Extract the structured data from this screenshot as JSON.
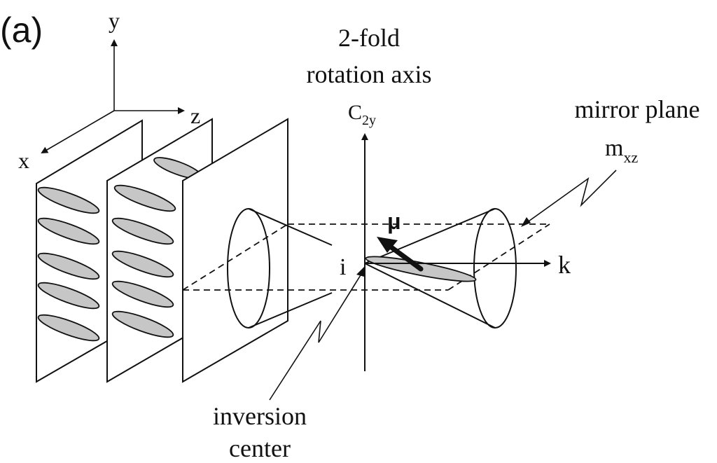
{
  "panel_label": "(a)",
  "axes": {
    "x": "x",
    "y": "y",
    "z": "z",
    "k": "k"
  },
  "rotation_axis": {
    "line1": "2-fold",
    "line2": "rotation axis",
    "symbol": "C",
    "subscript": "2y"
  },
  "mirror_plane": {
    "line1": "mirror plane",
    "symbol": "m",
    "subscript": "xz"
  },
  "inversion": {
    "symbol": "i",
    "line1": "inversion",
    "line2": "center"
  },
  "dipole_symbol": "μ",
  "colors": {
    "line": "#111111",
    "ellipse_fill": "#c6c6c6",
    "background": "#ffffff"
  }
}
